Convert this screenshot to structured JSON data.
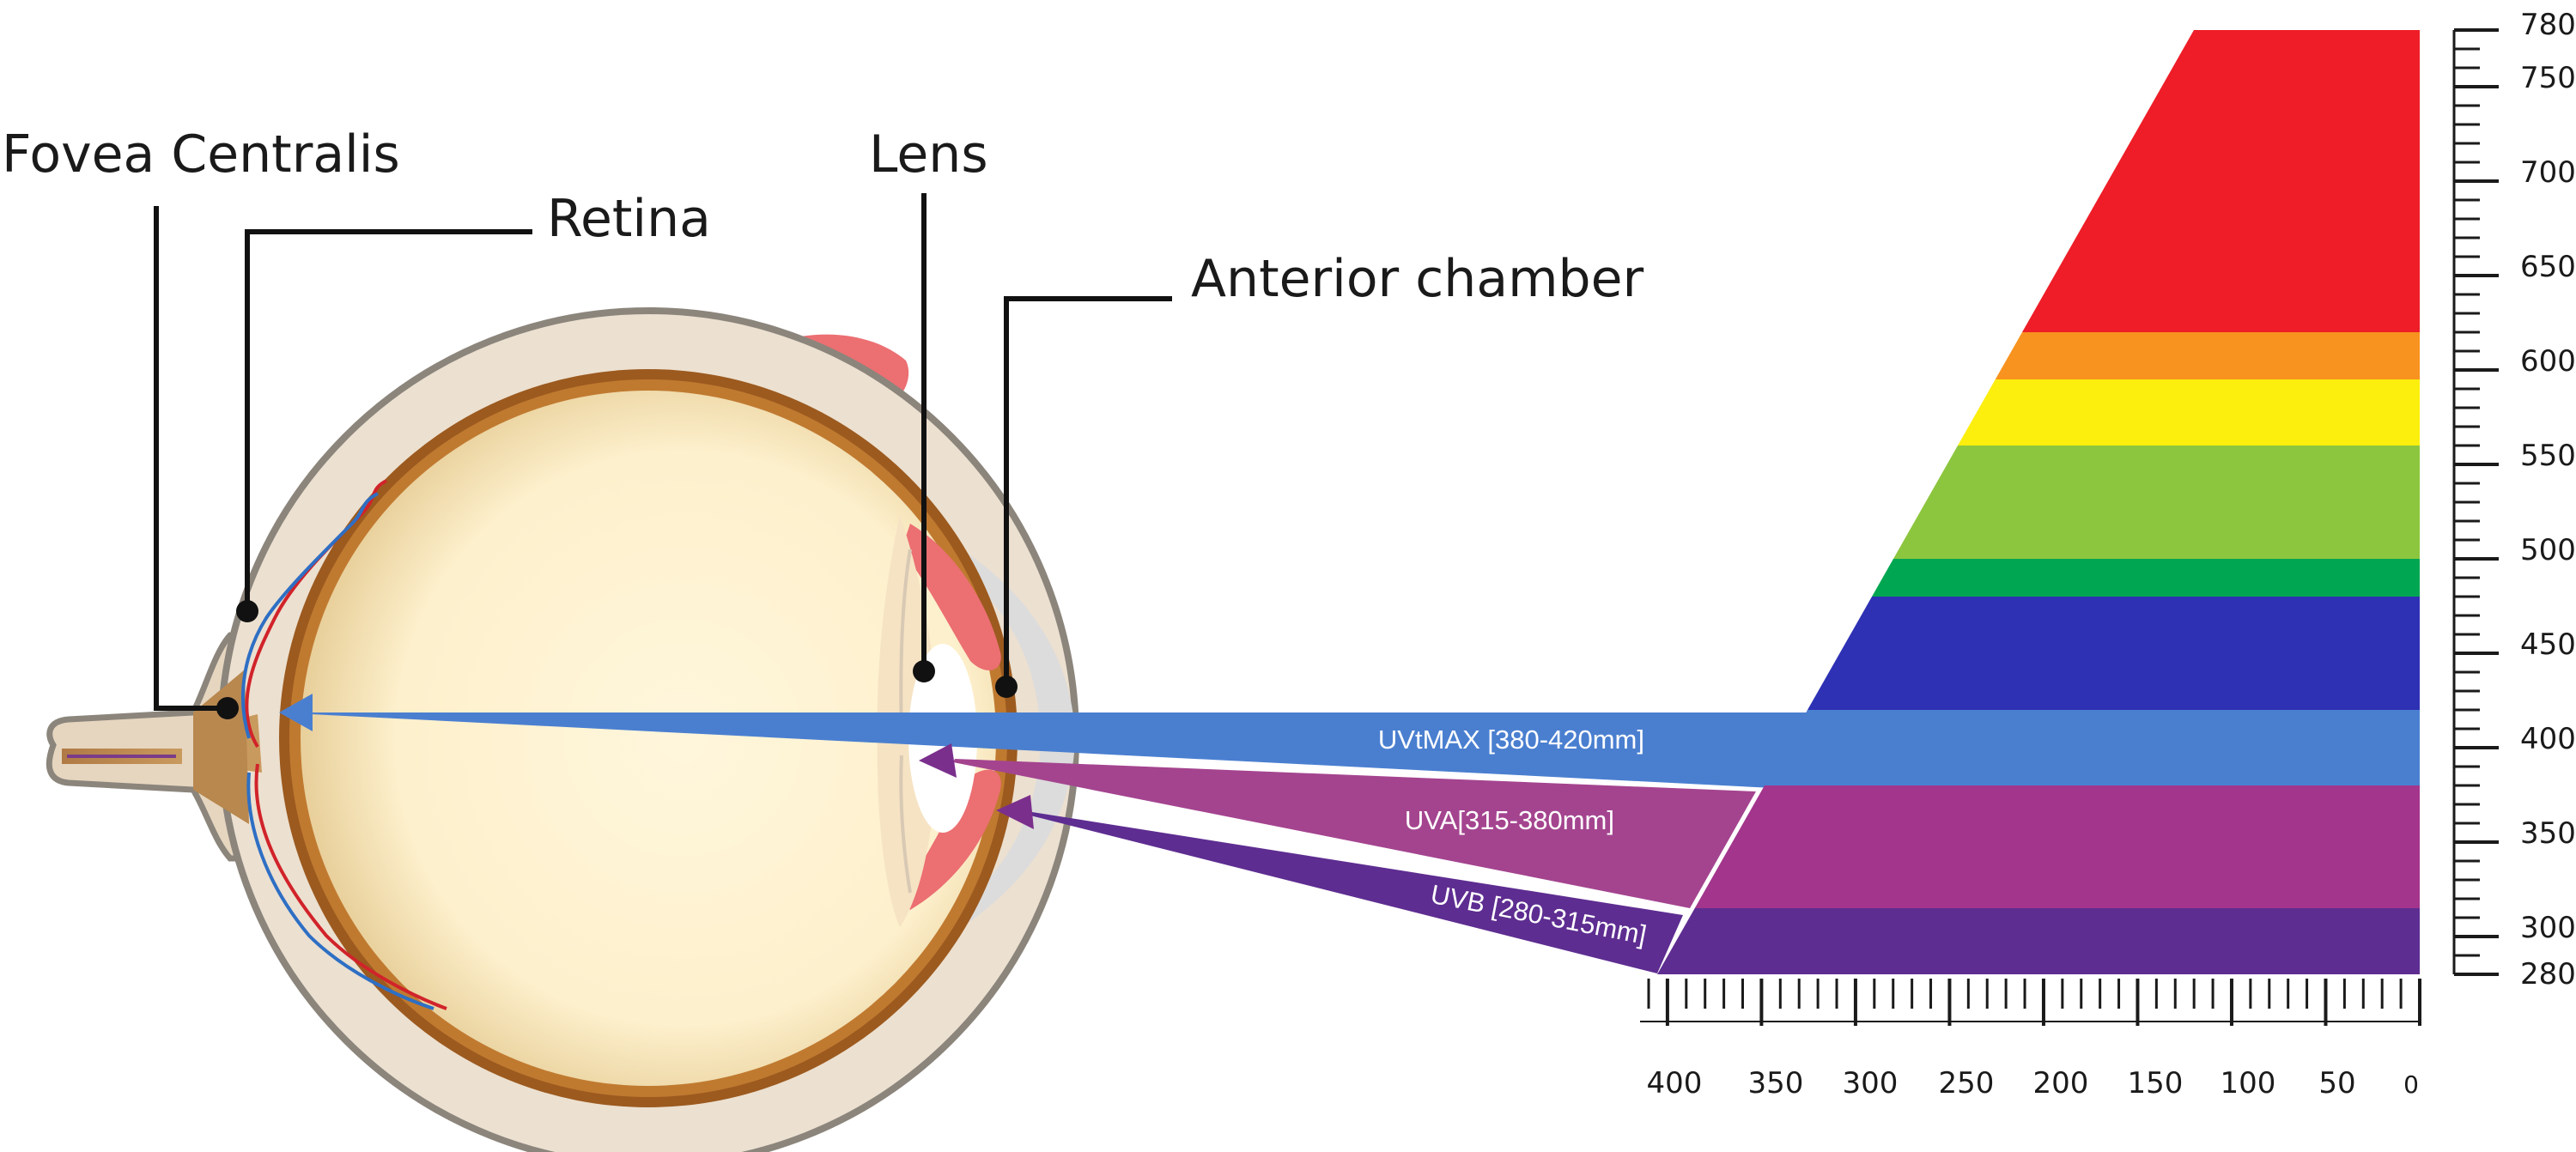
{
  "callouts": {
    "fovea": "Fovea Centralis",
    "retina": "Retina",
    "lens": "Lens",
    "anterior": "Anterior chamber"
  },
  "rays": [
    {
      "label": "UVtMAX [380-420mm]",
      "color": "#4a7fd0"
    },
    {
      "label": "UVA[315-380mm]",
      "color": "#a4448f"
    },
    {
      "label": "UVB [280-315mm]",
      "color": "#5e2d91"
    }
  ],
  "wavelength_scale": {
    "labels": [
      "780",
      "750",
      "700",
      "650",
      "600",
      "550",
      "500",
      "450",
      "400",
      "350",
      "300",
      "280"
    ]
  },
  "transmission_scale": {
    "labels": [
      "400",
      "350",
      "300",
      "250",
      "200",
      "150",
      "100",
      "50",
      "0"
    ]
  },
  "spectrum_bands": [
    {
      "from": 620,
      "to": 780,
      "color": "#ee1d27"
    },
    {
      "from": 595,
      "to": 620,
      "color": "#f7931e"
    },
    {
      "from": 560,
      "to": 595,
      "color": "#fcee0d"
    },
    {
      "from": 500,
      "to": 560,
      "color": "#8cc63e"
    },
    {
      "from": 480,
      "to": 500,
      "color": "#00a651"
    },
    {
      "from": 420,
      "to": 480,
      "color": "#2e31b4"
    },
    {
      "from": 380,
      "to": 420,
      "color": "#4a7fd0"
    },
    {
      "from": 315,
      "to": 380,
      "color": "#a3358c"
    },
    {
      "from": 280,
      "to": 315,
      "color": "#5e2d91"
    }
  ]
}
